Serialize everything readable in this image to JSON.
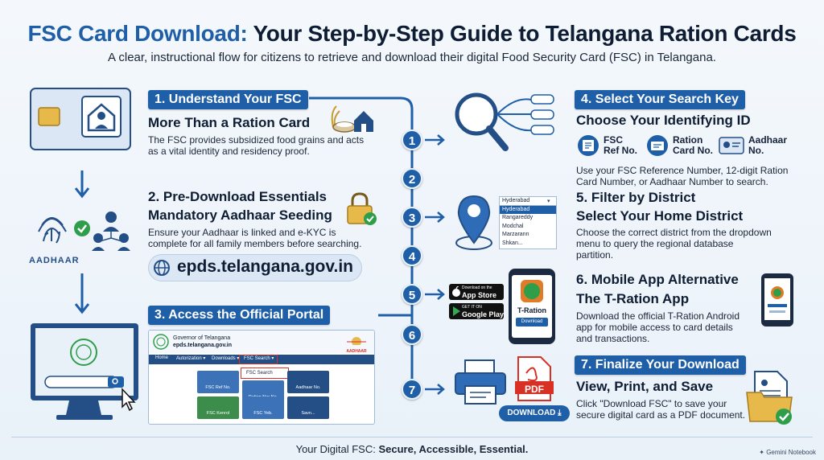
{
  "header": {
    "title_part1": "FSC Card Download:",
    "title_part2": " Your Step-by-Step Guide to Telangana Ration Cards",
    "subtitle": "A clear, instructional flow for citizens to retrieve and download their digital Food Security Card (FSC) in Telangana."
  },
  "steps": {
    "s1": {
      "badge": "1. Understand Your FSC",
      "heading": "More Than a Ration Card",
      "text_l1": "The FSC provides subsidized food grains and acts",
      "text_l2": "as a vital identity and residency proof."
    },
    "s2": {
      "heading_l1": "2. Pre-Download Essentials",
      "heading_l2": "Mandatory Aadhaar Seeding",
      "text_l1": "Ensure your Aadhaar is linked and e-KYC is",
      "text_l2": "complete for all family members before searching.",
      "url": "epds.telangana.gov.in",
      "aadhaar_label": "AADHAAR"
    },
    "s3": {
      "badge": "3. Access the Official Portal"
    },
    "s4": {
      "badge": "4. Select Your Search Key",
      "heading": "Choose Your Identifying ID",
      "id1_l1": "FSC",
      "id1_l2": "Ref No.",
      "id2_l1": "Ration",
      "id2_l2": "Card No.",
      "id3_l1": "Aadhaar",
      "id3_l2": "No.",
      "text_l1": "Use your FSC Reference Number, 12-digit Ration",
      "text_l2": "Card Number, or Aadhaar Number to search."
    },
    "s5": {
      "heading_l1": "5. Filter by District",
      "heading_l2": "Select Your Home District",
      "text_l1": "Choose the correct district from the dropdown",
      "text_l2": "menu to query the regional database",
      "text_l3": "partition."
    },
    "s6": {
      "heading_l1": "6. Mobile App Alternative",
      "heading_l2": "The T-Ration App",
      "text_l1": "Download the official T-Ration Android",
      "text_l2": "app for mobile access to card details",
      "text_l3": "and transactions."
    },
    "s7": {
      "badge": "7. Finalize Your Download",
      "heading": "View, Print, and Save",
      "text_l1": "Click \"Download FSC\" to save your",
      "text_l2": "secure digital card as a PDF document."
    }
  },
  "flow_numbers": [
    "1",
    "2",
    "3",
    "4",
    "5",
    "6",
    "7"
  ],
  "portal": {
    "gov_l1": "Governor of Telangana",
    "gov_l2": "epds.telangana.gov.in",
    "aadhaar_logo": "AADHAAR",
    "nav_home": "Home",
    "nav_auth": "Autorization ▾",
    "nav_downloads": "Downloads ▾",
    "nav_fsc": "FSC Search ▾",
    "fsc_menu_item": "FSC Search",
    "tile1": "FSC Ref No.",
    "tile2": "Ration Ner No.",
    "tile3": "Aadhaar No.",
    "tile4": "FSC Kenrol",
    "tile5": "FSC Yeb.",
    "tile6": "Savn..."
  },
  "dropdown": {
    "selected": "Hyderabad",
    "options": [
      "Hyderabad",
      "Rangareddy",
      "Modchal",
      "Marzarann",
      "Shkan..."
    ]
  },
  "store": {
    "appstore_small": "Download on the",
    "appstore_big": "App Store",
    "googleplay_small": "GET IT ON",
    "googleplay_big": "Google Play"
  },
  "app": {
    "name": "T-Ration",
    "button": "Download"
  },
  "pdf": {
    "label": "PDF",
    "button": "DOWNLOAD"
  },
  "footer": {
    "normal": "Your Digital FSC: ",
    "bold": "Secure, Accessible, Essential."
  },
  "brand": "Gemini Notebook",
  "colors": {
    "accent": "#1f5fa8",
    "dark": "#0e1d33",
    "success": "#2e9e4a",
    "pdf": "#d93025"
  }
}
